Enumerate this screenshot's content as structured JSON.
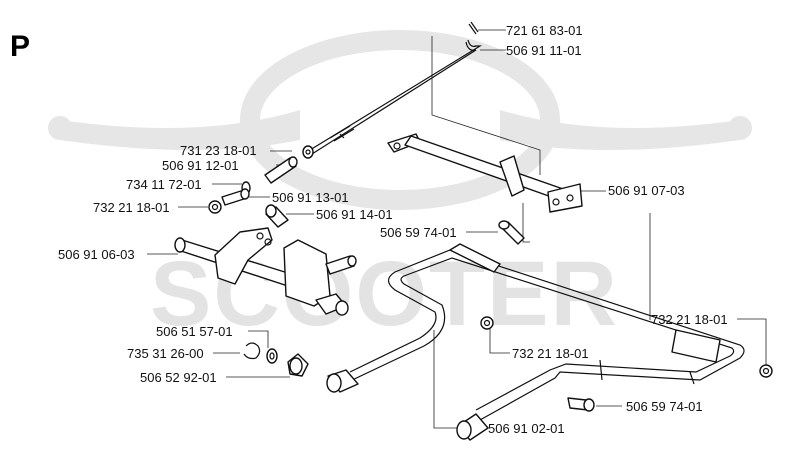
{
  "section_letter": "P",
  "watermark_text": "SCOOTER",
  "part_numbers": [
    "721 61 83-01",
    "506 91 11-01",
    "731 23 18-01",
    "506 91 12-01",
    "734 11 72-01",
    "506 91 13-01",
    "732 21 18-01",
    "506 91 14-01",
    "506 91 07-03",
    "506 59 74-01",
    "506 91 06-03",
    "732 21 18-01",
    "506 51 57-01",
    "735 31 26-00",
    "732 21 18-01",
    "506 52 92-01",
    "506 59 74-01",
    "506 91 02-01"
  ]
}
